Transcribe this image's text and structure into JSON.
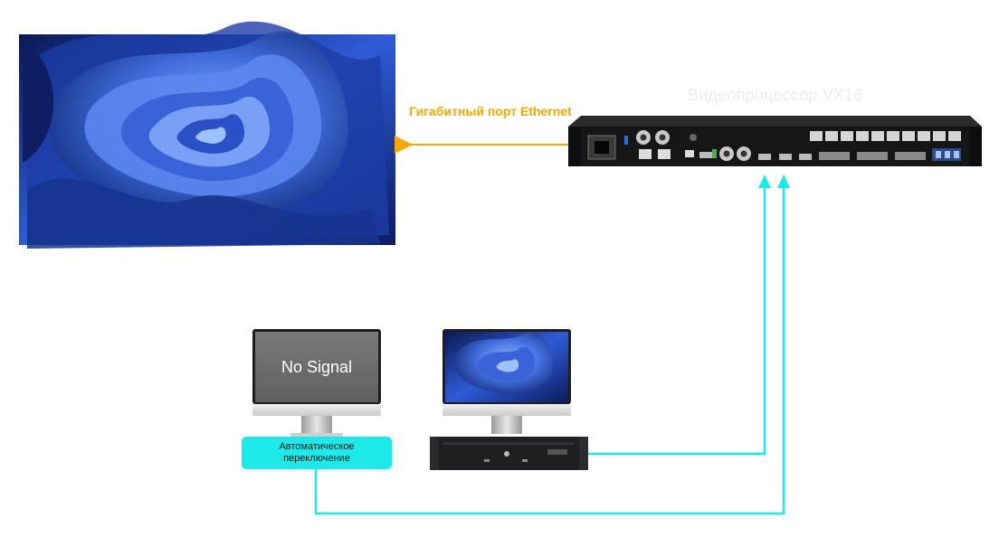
{
  "diagram": {
    "device_title": "Видеопроцессор VX16",
    "ethernet_label": "Гигабитный порт Ethernet",
    "no_signal_text": "No Signal",
    "auto_switch_label": [
      "Автоматическое",
      "переключение"
    ]
  },
  "colors": {
    "ethernet_arrow": "#f7a700",
    "signal_lines": "#1de9e9",
    "device_body": "#1c1c1c",
    "screen_art": "#2f5bd6"
  },
  "icons": {
    "display_wall": "led-screen-image",
    "device": "video-processor-icon",
    "monitor_left": "monitor-icon",
    "monitor_right": "monitor-icon",
    "sender": "sender-box-icon"
  }
}
